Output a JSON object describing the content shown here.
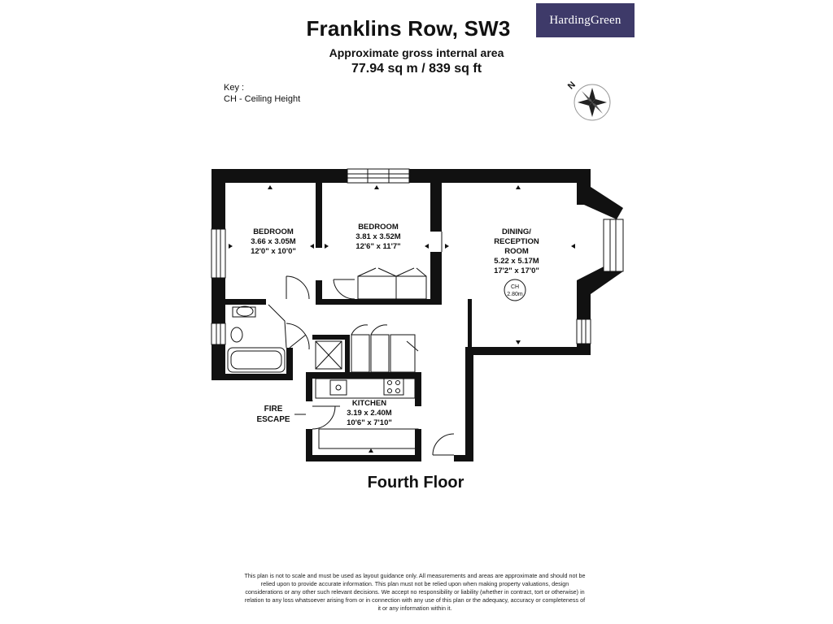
{
  "header": {
    "title": "Franklins Row, SW3",
    "subtitle": "Approximate gross internal area",
    "area": "77.94 sq m / 839 sq ft",
    "logo_text": "HardingGreen",
    "logo_color": "#3e3a69"
  },
  "key": {
    "heading": "Key :",
    "item": "CH - Ceiling Height"
  },
  "compass": {
    "label": "N",
    "icon": "compass-rose-icon"
  },
  "rooms": {
    "bedroom1": {
      "name": "BEDROOM",
      "metric": "3.66 x 3.05M",
      "imperial": "12'0\" x 10'0\""
    },
    "bedroom2": {
      "name": "BEDROOM",
      "metric": "3.81 x 3.52M",
      "imperial": "12'6\" x 11'7\""
    },
    "dining": {
      "name_line1": "DINING/",
      "name_line2": "RECEPTION",
      "name_line3": "ROOM",
      "metric": "5.22 x 5.17M",
      "imperial": "17'2\" x 17'0\"",
      "ceiling_label": "CH",
      "ceiling_height": "2.80m"
    },
    "kitchen": {
      "name": "KITCHEN",
      "metric": "3.19 x 2.40M",
      "imperial": "10'6\" x 7'10\""
    }
  },
  "fire_escape": {
    "line1": "FIRE",
    "line2": "ESCAPE"
  },
  "floor_label": "Fourth Floor",
  "disclaimer": "This plan is not to scale and must be used as layout guidance only. All measurements and areas are approximate and should not be relied upon to provide accurate information. This plan must not be relied upon when making property valuations, design considerations or any other such relevant decisions. We accept no responsibility or liability (whether in contract, tort or otherwise) in relation to any loss whatsoever arising from or in connection with any use of this plan or the adequacy, accuracy or completeness of it or any information within it.",
  "colors": {
    "wall": "#111111",
    "background": "#ffffff"
  }
}
